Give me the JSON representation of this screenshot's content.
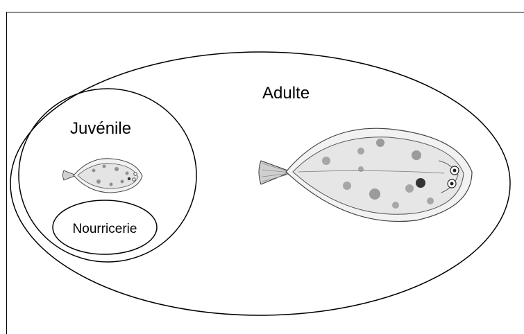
{
  "diagram": {
    "labels": {
      "adult": "Adulte",
      "juvenile": "Juvénile",
      "nursery": "Nourricerie"
    },
    "illustrations": {
      "adult_fish": "flatfish-icon",
      "juvenile_fish": "flatfish-icon"
    },
    "colors": {
      "stroke": "#000000",
      "fish_fill": "#e8e8e8",
      "fish_spots": "#7a7a7a"
    }
  }
}
